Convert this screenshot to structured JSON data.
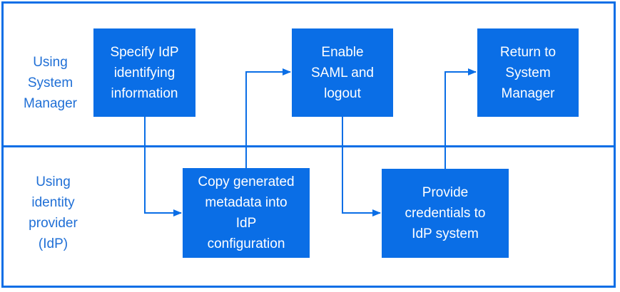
{
  "colors": {
    "accent": "#0a6ee6",
    "box_text": "#ffffff",
    "lane_text": "#1f6fd6",
    "connector": "#0a6ee6"
  },
  "lanes": [
    {
      "label": "Using\nSystem\nManager"
    },
    {
      "label": "Using\nidentity\nprovider\n(IdP)"
    }
  ],
  "steps": [
    {
      "id": "specify",
      "label": "Specify IdP\nidentifying\ninformation"
    },
    {
      "id": "copy",
      "label": "Copy generated\nmetadata into\nIdP\nconfiguration"
    },
    {
      "id": "enable",
      "label": "Enable\nSAML and\nlogout"
    },
    {
      "id": "provide",
      "label": "Provide\ncredentials to\nIdP system"
    },
    {
      "id": "return",
      "label": "Return to\nSystem\nManager"
    }
  ],
  "flow": [
    {
      "from": "specify",
      "to": "copy"
    },
    {
      "from": "copy",
      "to": "enable"
    },
    {
      "from": "enable",
      "to": "provide"
    },
    {
      "from": "provide",
      "to": "return"
    }
  ]
}
